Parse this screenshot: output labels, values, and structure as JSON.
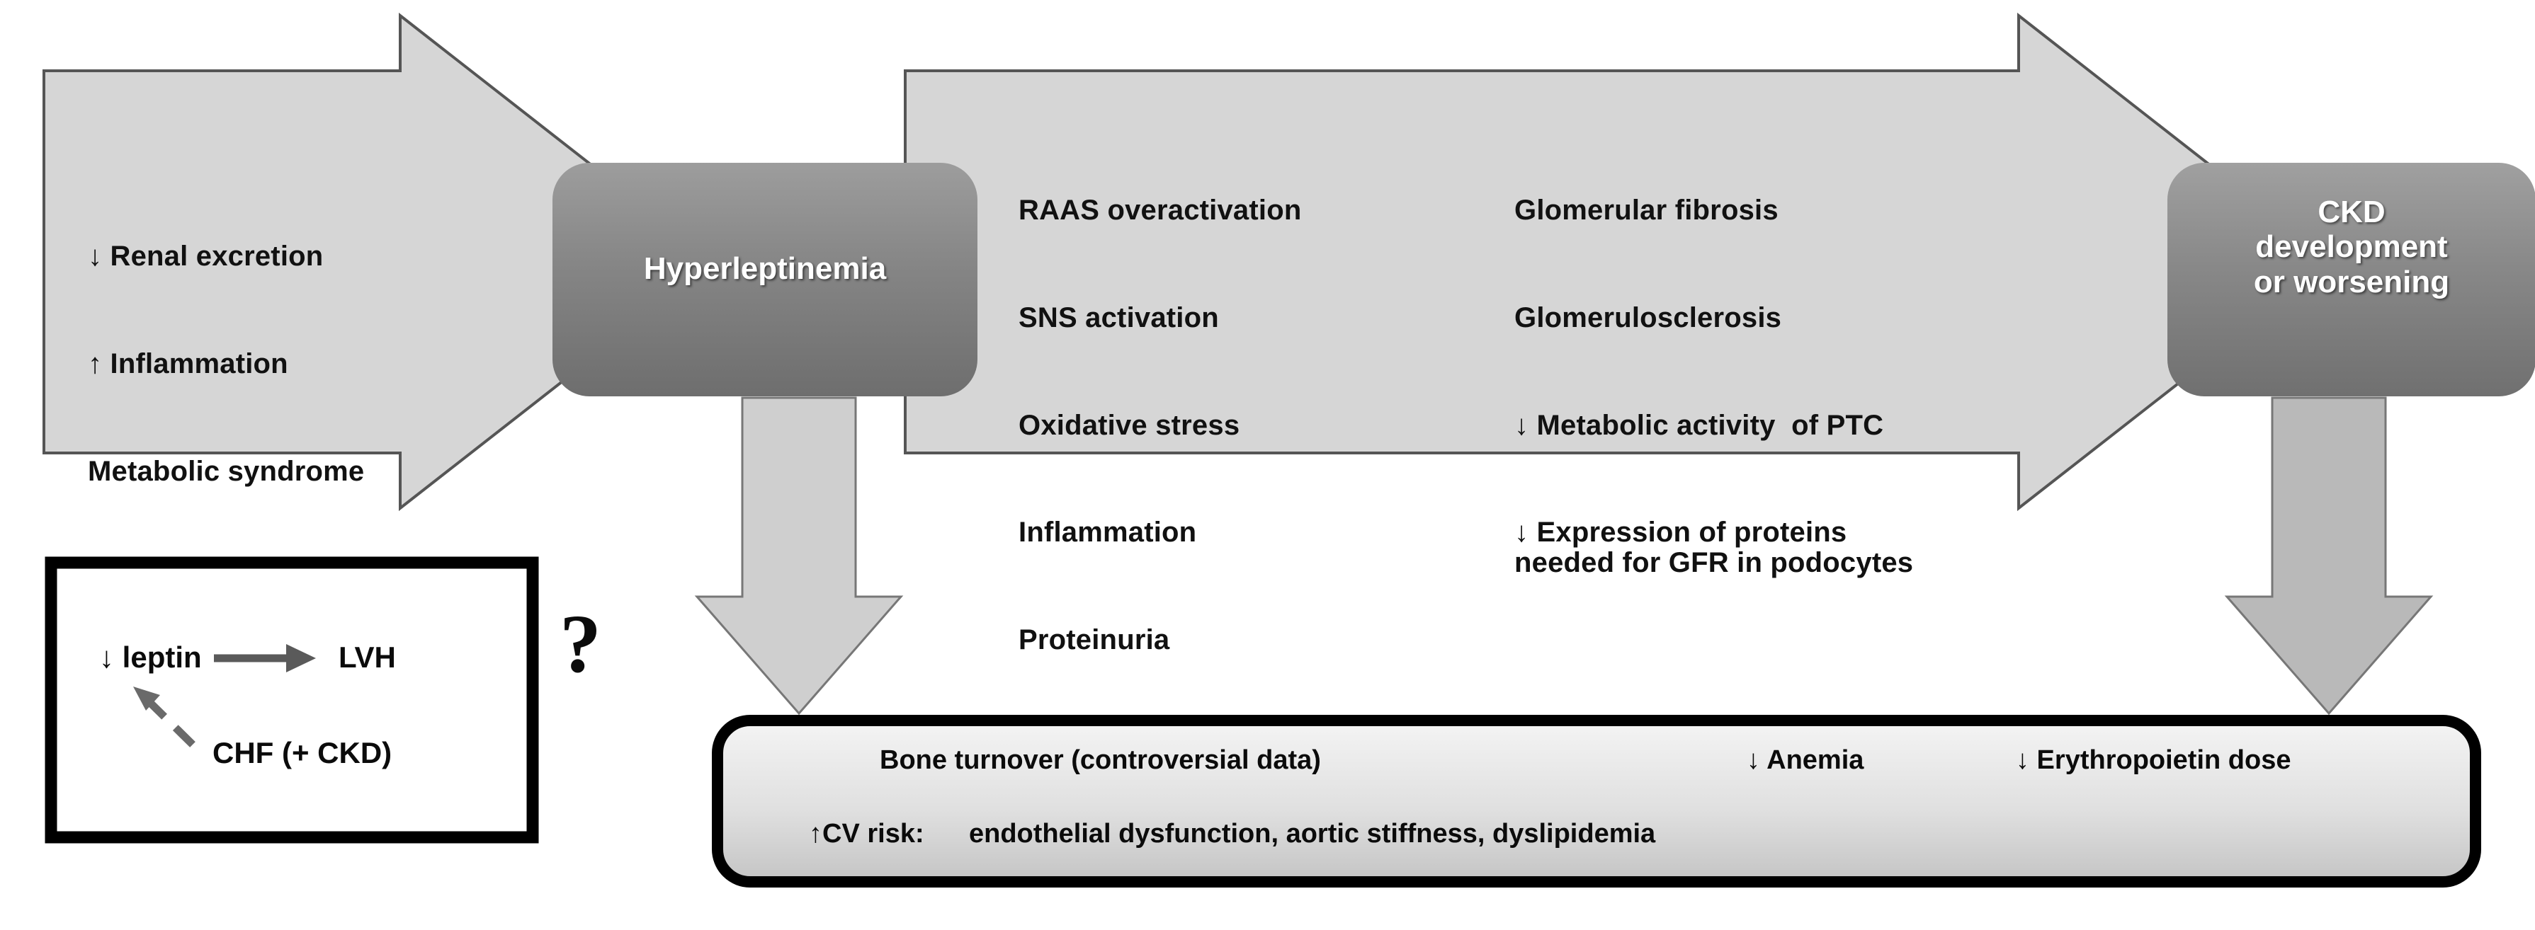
{
  "diagram": {
    "title": "Leptin in chronic kidney disease pathway",
    "colors": {
      "arrow_light_fill": "#d6d6d6",
      "arrow_light_stroke": "#5a5a5a",
      "node_gray_dark": "#7a7a7a",
      "node_gray_light": "#a8a8a8",
      "down_arrow_fill": "#cfcfcf",
      "panel_fill_top": "#f2f2f2",
      "panel_fill_bottom": "#c9c9c9",
      "panel_border": "#000000",
      "inset_border": "#000000",
      "text_dark": "#111111",
      "text_light": "#ffffff"
    },
    "causes_arrow": {
      "name": "causes-of-hyperleptinemia",
      "items": [
        "↓ Renal excretion",
        "↑ Inflammation",
        "Metabolic syndrome"
      ]
    },
    "hyperleptinemia_node": {
      "label": "Hyperleptinemia"
    },
    "mechanisms_arrow": {
      "name": "renal-mechanisms",
      "column_left": [
        "RAAS overactivation",
        "SNS activation",
        "Oxidative stress",
        "Inflammation",
        "Proteinuria"
      ],
      "column_right": [
        "Glomerular fibrosis",
        "Glomerulosclerosis",
        "↓ Metabolic activity  of PTC",
        "↓ Expression of proteins\nneeded for GFR in podocytes"
      ]
    },
    "ckd_node": {
      "label": "CKD\ndevelopment\nor worsening"
    },
    "inset_box": {
      "name": "leptin-lvh-chf-question",
      "line1_left": "↓ leptin",
      "line1_right": "LVH",
      "line2": "CHF (+ CKD)",
      "question_mark": "?"
    },
    "outcomes_panel": {
      "row1": [
        "Bone turnover (controversial data)",
        "↓ Anemia",
        "↓ Erythropoietin dose"
      ],
      "row2_label": "↑CV risk:",
      "row2_value": "endothelial dysfunction, aortic stiffness, dyslipidemia"
    }
  }
}
